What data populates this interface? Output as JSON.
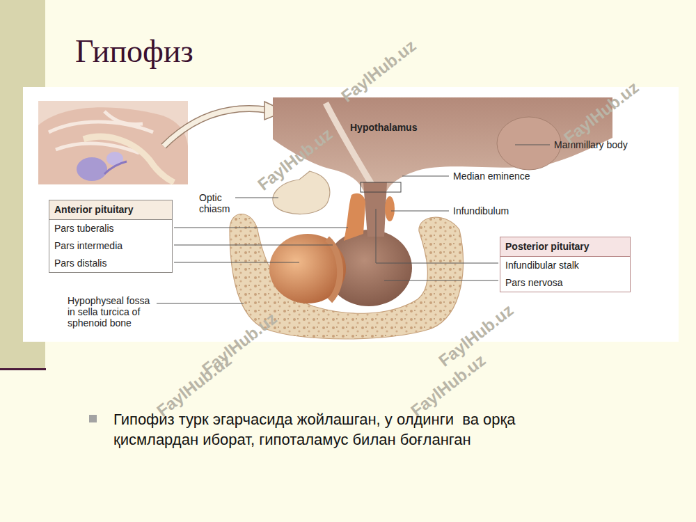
{
  "diagram": {
    "title": "Гипофиз",
    "caption": "Гипофиз турк эгарчасида жойлашган, у олдинги  ва орқа қисмлардан иборат, гипоталамус билан боғланган",
    "nodes": [
      {
        "text": [
          "Anterior pituitary",
          "Pars tuberalis",
          "Pars intermedia",
          "Pars distalis"
        ]
      },
      {
        "text": [
          "Posterior pituitary",
          "Infundibular stalk",
          "Pars nervosa"
        ]
      }
    ],
    "labels": [
      "Hypothalamus",
      "Mammillary body",
      "Optic chiasm",
      "Median eminence",
      "Infundibulum",
      "Hypophyseal fossa in sella turcica of sphenoid bone",
      "FaylHub.uz",
      "FaylHub.uz",
      "FaylHub.uz",
      "FaylHub.uz",
      "FaylHub.uz",
      "FaylHub.uz",
      "FaylHub.uz"
    ]
  }
}
